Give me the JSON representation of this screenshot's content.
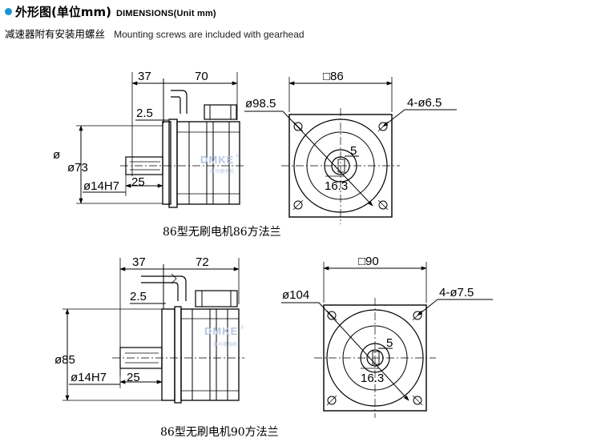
{
  "header": {
    "title_cn": "外形图(单位mm)",
    "title_en": "DIMENSIONS(Unit mm)",
    "subtitle_cn": "减速器附有安装用螺丝",
    "subtitle_en": "Mounting screws are included with gearhead",
    "accent_color": "#1a93d4"
  },
  "top": {
    "side": {
      "dim_37": "37",
      "dim_70": "70",
      "dim_25_shaft": "2.5",
      "dim_d73": "ø73",
      "dim_shaft": "ø14H7",
      "dim_25": "25",
      "stray": "ø"
    },
    "front": {
      "dim_square": "□86",
      "dim_pcd": "ø98.5",
      "dim_holes": "4-ø6.5",
      "dim_key": "5",
      "dim_keyheight": "16.3"
    },
    "caption": "86型无刷电机86方法兰"
  },
  "bottom": {
    "side": {
      "dim_37": "37",
      "dim_72": "72",
      "dim_25_shaft": "2.5",
      "dim_d85": "ø85",
      "dim_shaft": "ø14H7",
      "dim_25": "25"
    },
    "front": {
      "dim_square": "□90",
      "dim_pcd": "ø104",
      "dim_holes": "4-ø7.5",
      "dim_key": "5",
      "dim_keyheight": "16.3"
    },
    "caption": "86型无刷电机90方法兰"
  },
  "watermark": {
    "brand": "DMKE",
    "registered": "®",
    "cn": "泰马德电机"
  }
}
